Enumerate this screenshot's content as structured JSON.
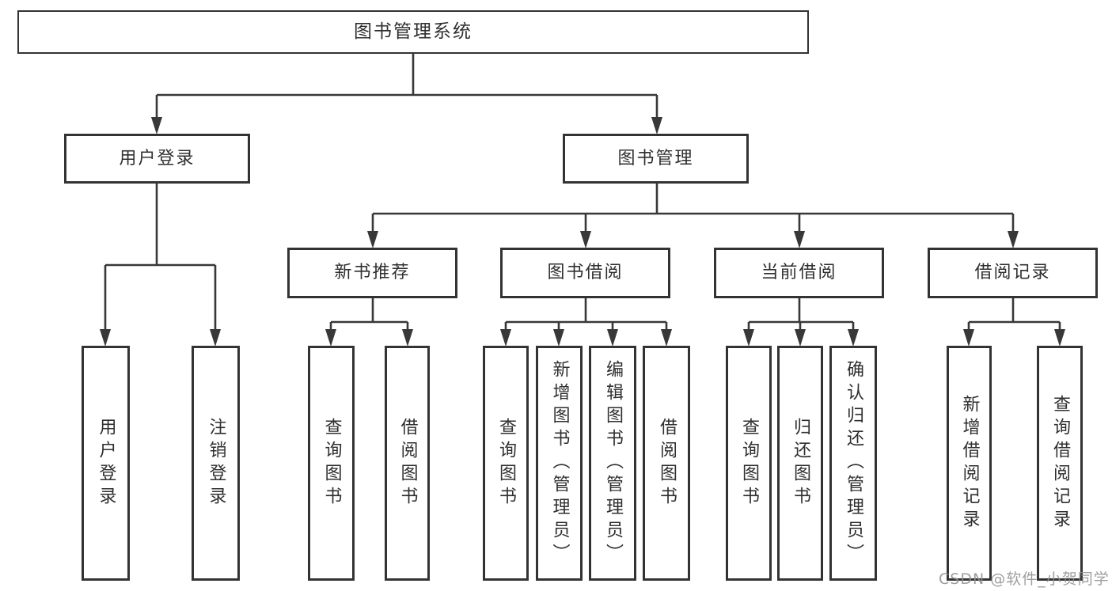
{
  "nodes": {
    "root": "图书管理系统",
    "user_login": "用户登录",
    "book_mgmt": "图书管理",
    "new_book_rec": "新书推荐",
    "book_borrow": "图书借阅",
    "current_borrow": "当前借阅",
    "borrow_records": "借阅记录",
    "ul_user_login": "用户登录",
    "ul_logout": "注销登录",
    "nb_query": "查询图书",
    "nb_borrow": "借阅图书",
    "bb_query": "查询图书",
    "bb_add": "新增图书（管理员）",
    "bb_edit": "编辑图书（管理员）",
    "bb_borrow": "借阅图书",
    "cb_query": "查询图书",
    "cb_return": "归还图书",
    "cb_confirm": "确认归还（管理员）",
    "br_add": "新增借阅记录",
    "br_query": "查询借阅记录"
  },
  "structure": {
    "图书管理系统": [
      "用户登录",
      "图书管理"
    ],
    "用户登录": [
      "用户登录",
      "注销登录"
    ],
    "图书管理": [
      "新书推荐",
      "图书借阅",
      "当前借阅",
      "借阅记录"
    ],
    "新书推荐": [
      "查询图书",
      "借阅图书"
    ],
    "图书借阅": [
      "查询图书",
      "新增图书（管理员）",
      "编辑图书（管理员）",
      "借阅图书"
    ],
    "当前借阅": [
      "查询图书",
      "归还图书",
      "确认归还（管理员）"
    ],
    "借阅记录": [
      "新增借阅记录",
      "查询借阅记录"
    ]
  },
  "colors": {
    "line": "#383838",
    "border": "#333333",
    "text": "#2f2f2f",
    "watermark": "#919191",
    "background": "#ffffff"
  },
  "watermark": {
    "text": "CSDN @软件_小贺同学"
  }
}
